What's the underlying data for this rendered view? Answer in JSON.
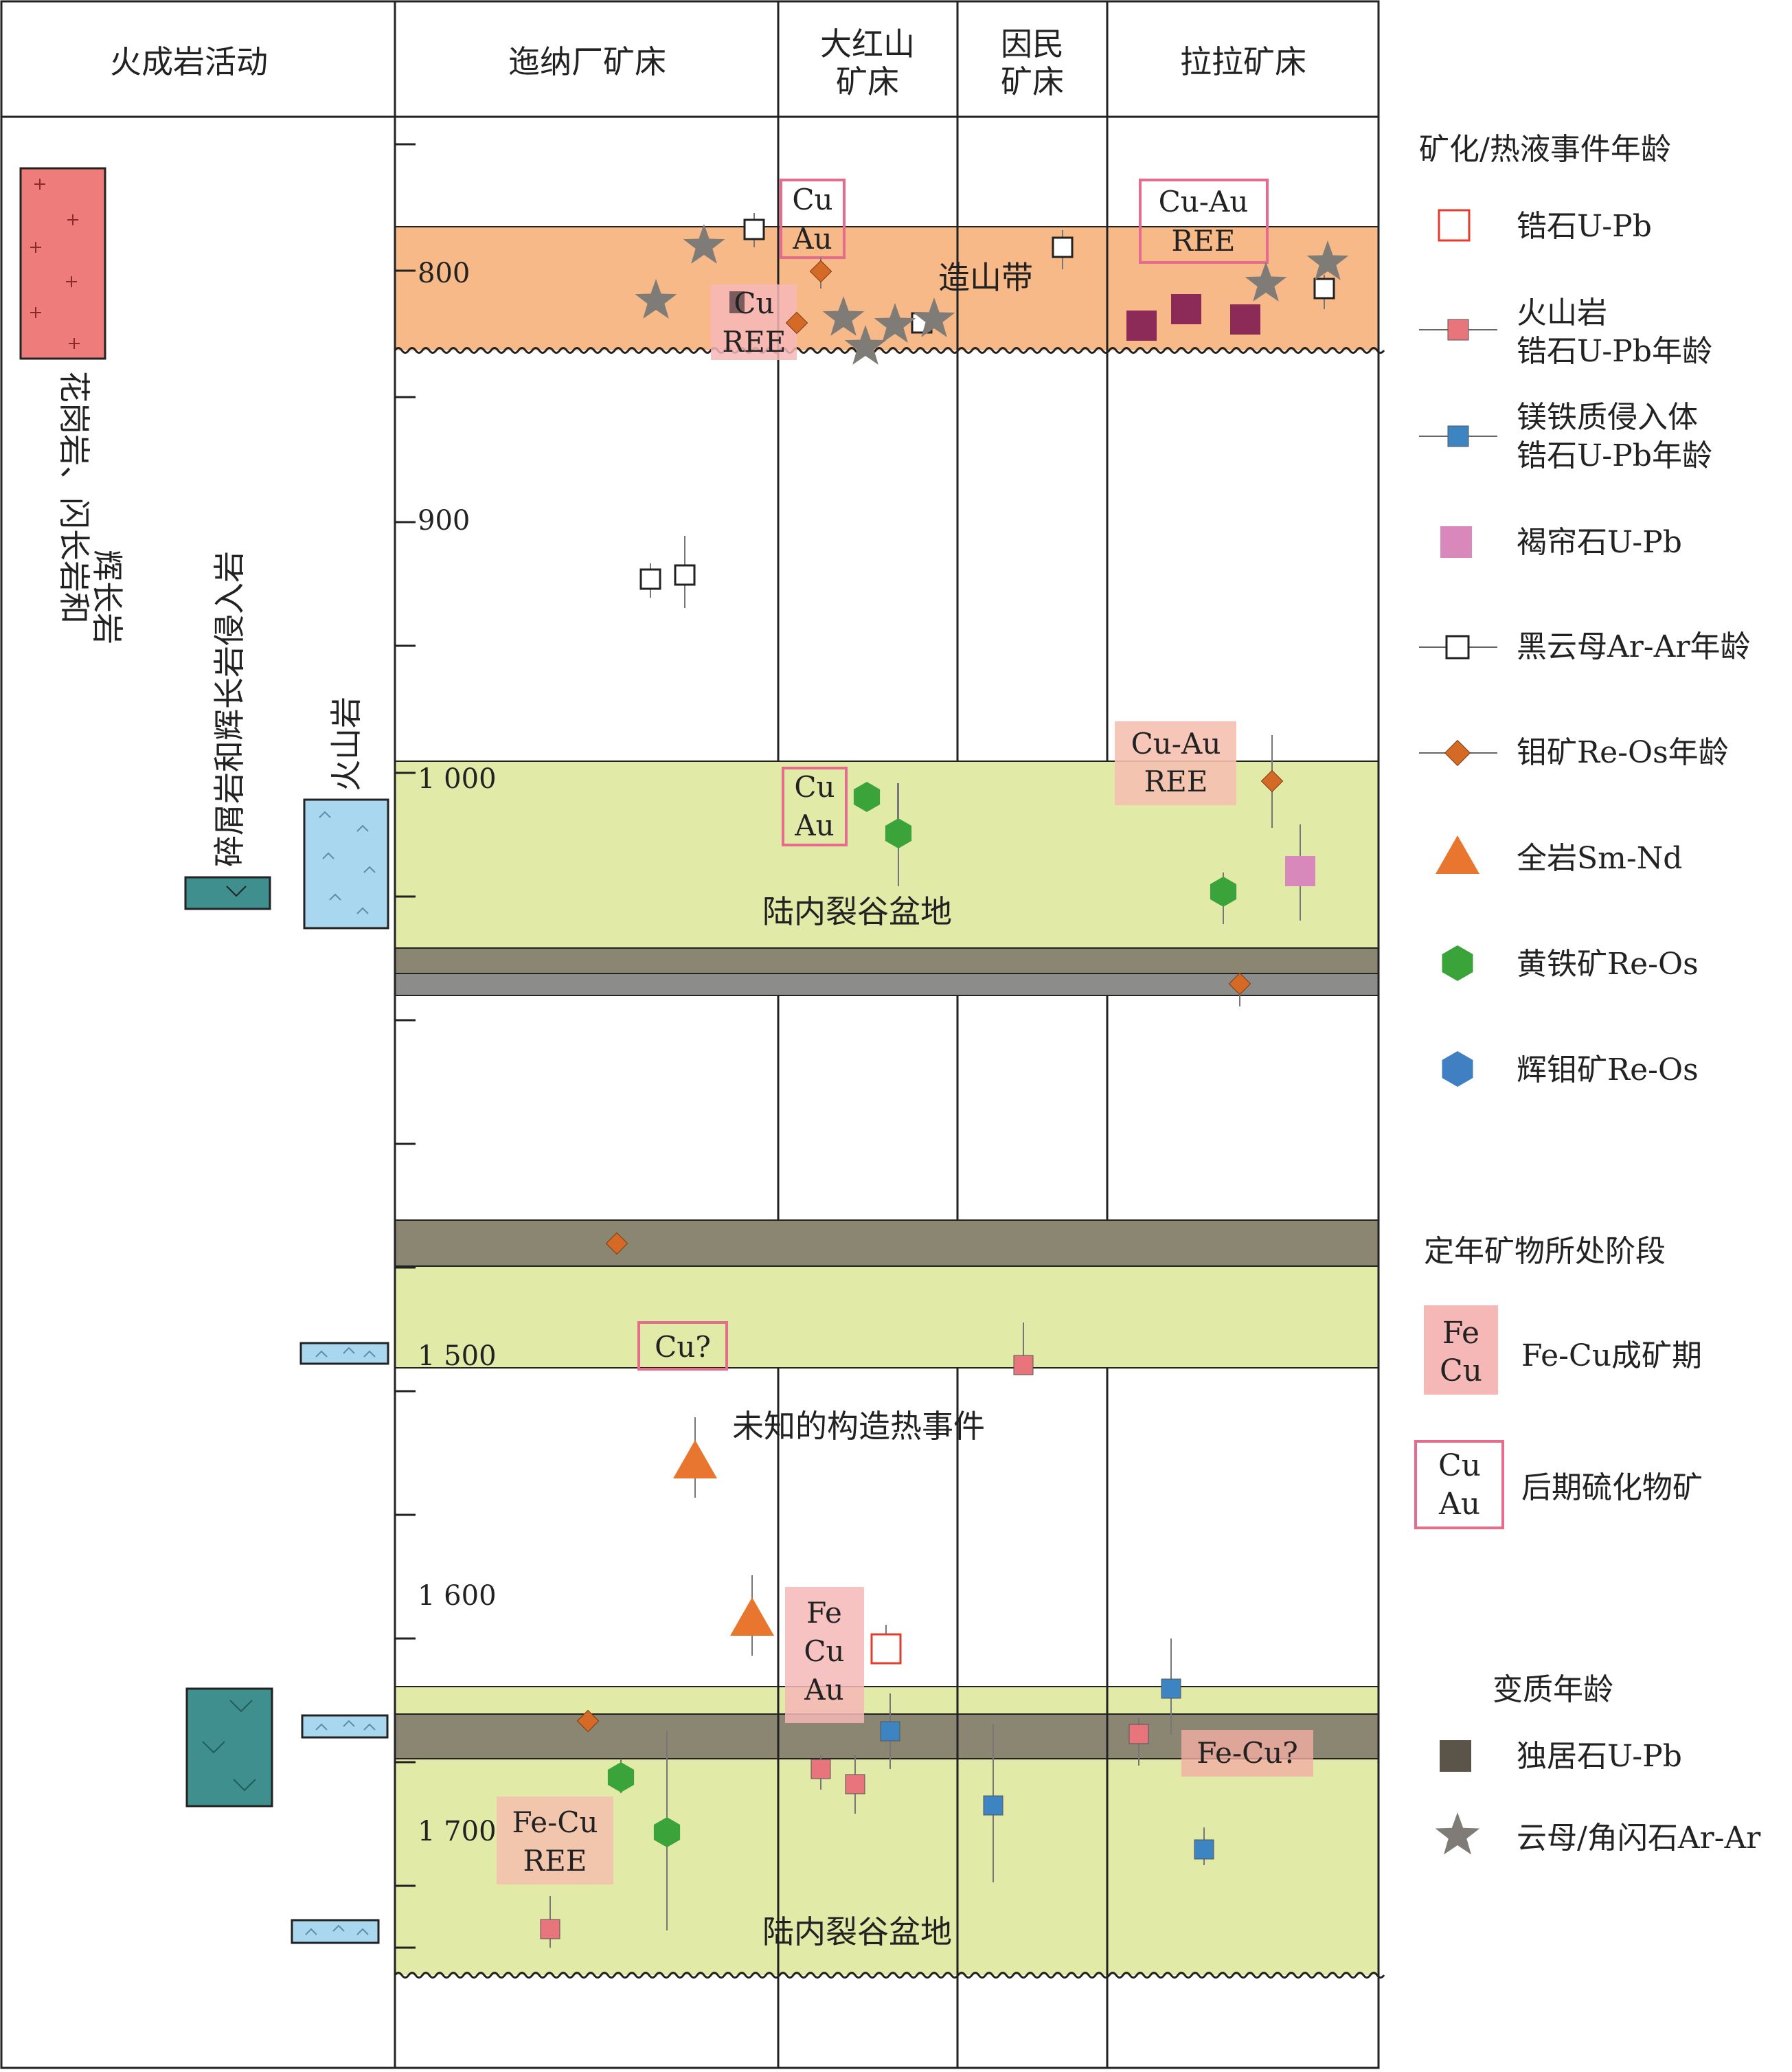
{
  "header": {
    "igneous": "火成岩活动",
    "yinachang": "迤纳厂矿床",
    "dahongshan": [
      "大红山",
      "矿床"
    ],
    "yinmin": [
      "因民",
      "矿床"
    ],
    "lala": "拉拉矿床"
  },
  "igneous_labels": {
    "granite": [
      "花岗岩、闪长岩和",
      "辉长岩"
    ],
    "breccia": "碎屑岩和辉长岩侵入岩",
    "volcanic": "火山岩"
  },
  "axis_ticks": [
    {
      "label": "800",
      "value": 800
    },
    {
      "label": "900",
      "value": 900
    },
    {
      "label": "1 000",
      "value": 1000
    },
    {
      "label": "1 500",
      "value": 1500
    },
    {
      "label": "1 600",
      "value": 1600
    },
    {
      "label": "1 700",
      "value": 1700
    }
  ],
  "bands": {
    "orogen": "造山带",
    "rift_upper": "陆内裂谷盆地",
    "rift_lower": "陆内裂谷盆地",
    "unknown_event": "未知的构造热事件"
  },
  "stage_boxes": {
    "cu_au_top_dhs": [
      "Cu",
      "Au"
    ],
    "cu_au_ree_top_lala": [
      "Cu-Au",
      "REE"
    ],
    "cu_ree_top_yn": [
      "Cu",
      "REE"
    ],
    "cu_au_1000_dhs": [
      "Cu",
      "Au"
    ],
    "cu_au_ree_1000_lala": [
      "Cu-Au",
      "REE"
    ],
    "cu_q_1500": "Cu?",
    "fe_cu_au_1600": [
      "Fe",
      "Cu",
      "Au"
    ],
    "fe_cu_q_lala": "Fe-Cu?",
    "fe_cu_ree_1700": [
      "Fe-Cu",
      "REE"
    ]
  },
  "legend": {
    "group1_title": "矿化/热液事件年龄",
    "zircon": "锆石U-Pb",
    "volcanic": [
      "火山岩",
      "锆石U-Pb年龄"
    ],
    "mafic": [
      "镁铁质侵入体",
      "锆石U-Pb年龄"
    ],
    "allanite": "褐帘石U-Pb",
    "biotite": "黑云母Ar-Ar年龄",
    "molybdenite_reos": "钼矿Re-Os年龄",
    "whole_rock": "全岩Sm-Nd",
    "pyrite": "黄铁矿Re-Os",
    "molybdenite2": "辉钼矿Re-Os",
    "group2_title": "定年矿物所处阶段",
    "fe_cu_box": [
      "Fe",
      "Cu"
    ],
    "fe_cu_stage": "Fe-Cu成矿期",
    "cu_au_box": [
      "Cu",
      "Au"
    ],
    "sulfide_stage": "后期硫化物矿",
    "group3_title": "变质年龄",
    "monazite": "独居石U-Pb",
    "mica": "云母/角闪石Ar-Ar"
  },
  "colors": {
    "orange_band": "#f7b987",
    "green_band": "#e2eaa8",
    "grey_band": "#8a8672",
    "dark_band": "#8c8c8a",
    "zircon_red": "#e33b2e",
    "volcanic_pink": "#e8757b",
    "mafic_blue": "#3d84c3",
    "allanite_pink": "#d888bb",
    "molybdenite_orange": "#d46a26",
    "whole_rock_orange": "#e8762f",
    "pyrite_green": "#3aa43a",
    "molybdenite2_blue": "#3f7fc2",
    "monazite_brown": "#5b5449",
    "star_grey": "#7f7b77",
    "maroon": "#8c2b57",
    "granite_red": "#ee7c7b",
    "teal": "#3e8f8e",
    "volcanic_cyan": "#a9d7ef"
  }
}
